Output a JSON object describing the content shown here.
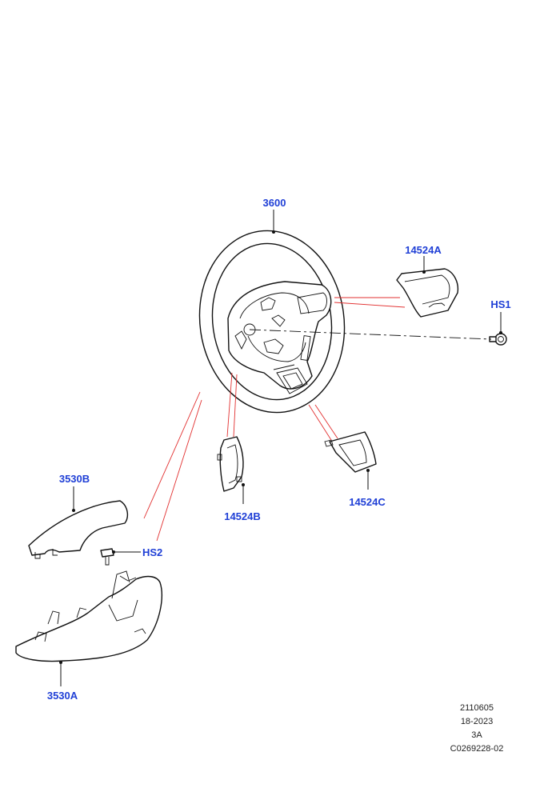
{
  "callouts": {
    "steering_wheel": "3600",
    "switch_pack_right": "14524A",
    "screw_hs1": "HS1",
    "switch_pack_left": "14524B",
    "switch_pack_lower": "14524C",
    "shroud_upper": "3530B",
    "screw_hs2": "HS2",
    "shroud_lower": "3530A"
  },
  "drawing_info": {
    "line1": "2110605",
    "line2": "18-2023",
    "line3": "3A",
    "line4": "C0269228-02"
  }
}
